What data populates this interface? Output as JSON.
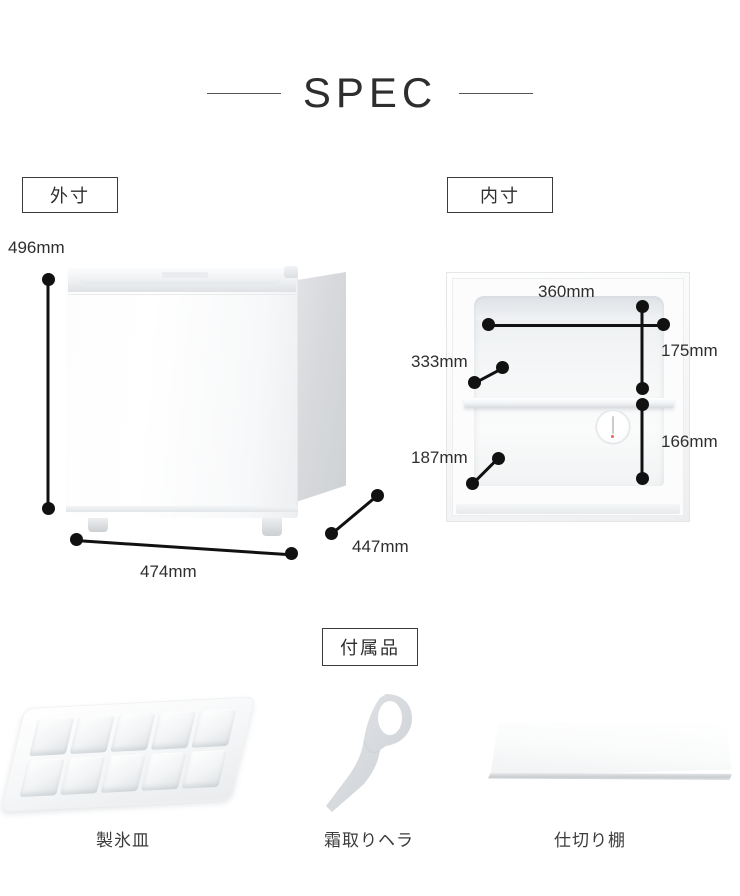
{
  "header": {
    "title": "SPEC"
  },
  "sections": {
    "exterior_label": "外寸",
    "interior_label": "内寸",
    "accessories_label": "付属品"
  },
  "exterior_dimensions": [
    {
      "name": "height",
      "value": "496mm"
    },
    {
      "name": "width",
      "value": "474mm"
    },
    {
      "name": "depth",
      "value": "447mm"
    }
  ],
  "interior_dimensions": [
    {
      "name": "inner-width",
      "value": "360mm"
    },
    {
      "name": "upper-compartment-height",
      "value": "175mm"
    },
    {
      "name": "upper-compartment-depth",
      "value": "333mm"
    },
    {
      "name": "lower-compartment-height",
      "value": "166mm"
    },
    {
      "name": "lower-compartment-depth",
      "value": "187mm"
    }
  ],
  "accessories": [
    {
      "icon": "ice-tray-icon",
      "label": "製氷皿"
    },
    {
      "icon": "defrost-scraper-icon",
      "label": "霜取りヘラ"
    },
    {
      "icon": "partition-shelf-icon",
      "label": "仕切り棚"
    }
  ],
  "colors": {
    "text": "#3b3b3b",
    "title": "#2e2e2e",
    "dimension_marker": "#111111",
    "product_body": "#ffffff",
    "product_shade": "#e9ebed",
    "background": "#ffffff"
  }
}
